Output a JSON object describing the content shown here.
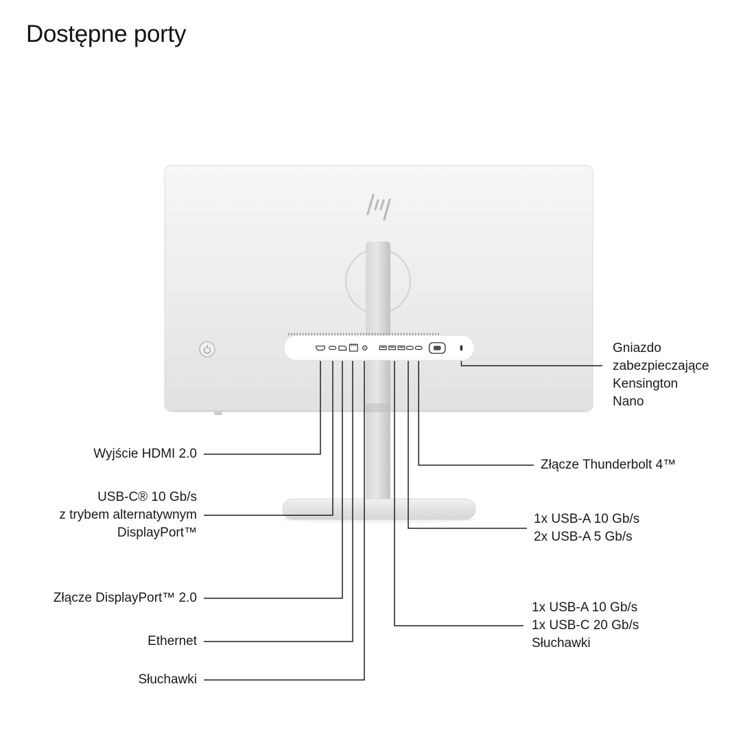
{
  "page": {
    "title": "Dostępne porty",
    "background": "#ffffff",
    "text_color": "#191919",
    "callout_line_color": "#1e1e1e"
  },
  "monitor": {
    "brand_logo": "hp-logo",
    "body_color": "#ebebea",
    "stand_color": "#d2d2d1",
    "port_icons": [
      "power-button",
      "hdmi",
      "usb-c",
      "displayport",
      "ethernet",
      "audio-jack",
      "usb-a",
      "usb-a",
      "usb-a",
      "usb-c",
      "thunderbolt-4",
      "power-inlet",
      "kensington-nano-slot"
    ]
  },
  "callouts": {
    "hdmi": {
      "lines": [
        "Wyjście HDMI 2.0"
      ]
    },
    "usb_c_alt": {
      "lines": [
        "USB-C® 10 Gb/s",
        "z trybem alternatywnym",
        "DisplayPort™"
      ]
    },
    "displayport": {
      "lines": [
        "Złącze DisplayPort™ 2.0"
      ]
    },
    "ethernet": {
      "lines": [
        "Ethernet"
      ]
    },
    "headphones_left": {
      "lines": [
        "Słuchawki"
      ]
    },
    "kensington": {
      "lines": [
        "Gniazdo",
        "zabezpieczające",
        "Kensington",
        "Nano"
      ]
    },
    "thunderbolt": {
      "lines": [
        "Złącze Thunderbolt 4™"
      ]
    },
    "usb_a_group": {
      "lines": [
        "1x USB-A 10 Gb/s",
        "2x USB-A 5 Gb/s"
      ]
    },
    "usb_mixed_group": {
      "lines": [
        "1x USB-A 10 Gb/s",
        "1x USB-C 20 Gb/s",
        "Słuchawki"
      ]
    }
  }
}
